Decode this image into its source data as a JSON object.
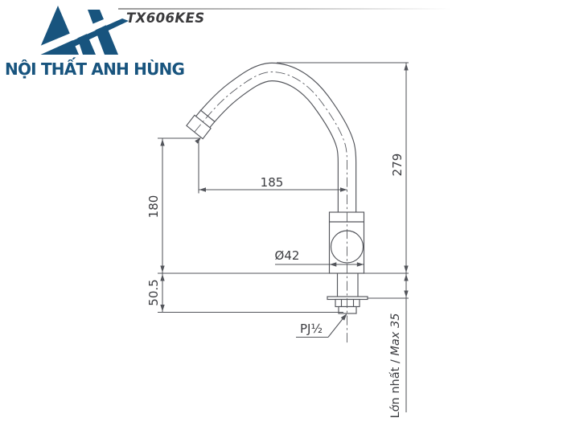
{
  "header": {
    "model": "TX606KES",
    "brand_wordmark": "NỘI THẤT ANH HÙNG"
  },
  "drawing": {
    "dim_spout_reach": "185",
    "dim_spout_height": "180",
    "dim_total_height": "279",
    "dim_body_diameter": "Ø42",
    "dim_shank_length": "50.5",
    "label_thread": "PJ½",
    "label_deck_max_prefix": "Lớn nhất / ",
    "label_deck_max_value": "Max 35"
  },
  "colors": {
    "brand": "#18547e",
    "line": "#53555b",
    "dim_text": "#3b3c40"
  }
}
